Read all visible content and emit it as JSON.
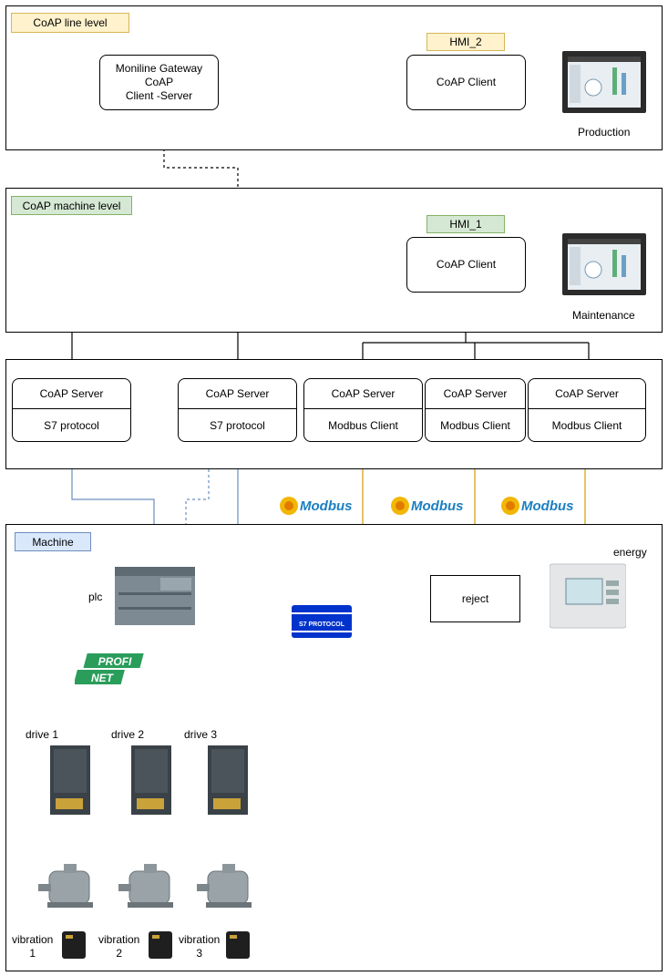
{
  "levels": {
    "line": "CoAP line level",
    "machine_level": "CoAP machine level",
    "machine": "Machine"
  },
  "hmi2": {
    "tag": "HMI_2",
    "client": "CoAP Client",
    "caption": "Production"
  },
  "hmi1": {
    "tag": "HMI_1",
    "client": "CoAP Client",
    "caption": "Maintenance"
  },
  "gateway": {
    "line1": "Moniline Gateway",
    "line2": "CoAP",
    "line3": "Client -Server"
  },
  "servers": [
    {
      "top": "CoAP Server",
      "bottom": "S7 protocol"
    },
    {
      "top": "CoAP Server",
      "bottom": "S7 protocol"
    },
    {
      "top": "CoAP Server",
      "bottom": "Modbus Client"
    },
    {
      "top": "CoAP Server",
      "bottom": "Modbus Client"
    },
    {
      "top": "CoAP Server",
      "bottom": "Modbus Client"
    }
  ],
  "logos": {
    "modbus": "Modbus",
    "s7": "S7 PROTOCOL",
    "profinet_1": "PROFI",
    "profinet_2": "NET"
  },
  "devices": {
    "plc": "plc",
    "reject": "reject",
    "energy": "energy",
    "drives": [
      "drive 1",
      "drive 2",
      "drive 3"
    ],
    "vibrations": [
      {
        "line1": "vibration",
        "line2": "1"
      },
      {
        "line1": "vibration",
        "line2": "2"
      },
      {
        "line1": "vibration",
        "line2": "3"
      }
    ]
  },
  "colors": {
    "s7_line": "#6c8ebf",
    "profinet_line": "#82b366",
    "modbus_line": "#d79b00",
    "modbus_text": "#1a7fc1",
    "s7_logo": "#0033cc"
  }
}
